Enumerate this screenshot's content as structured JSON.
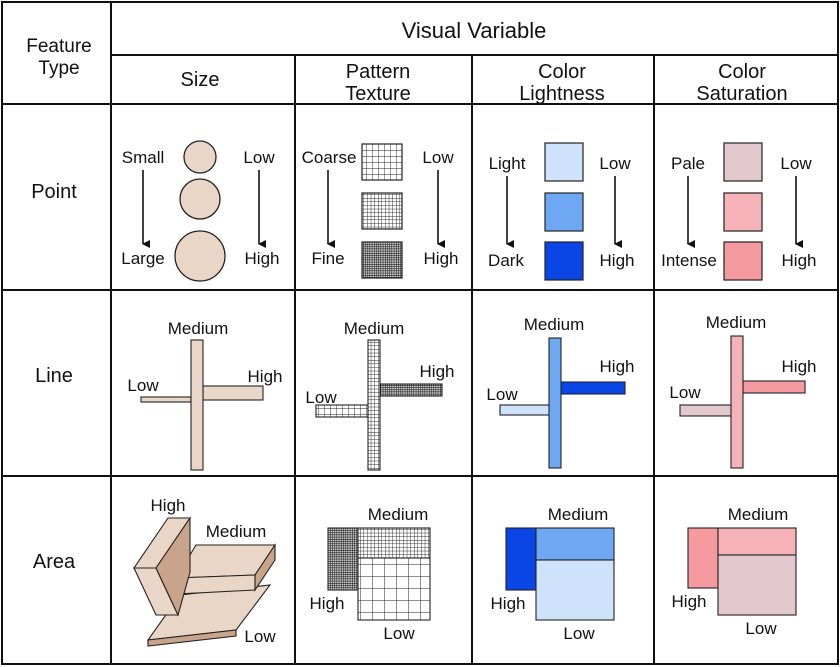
{
  "header": {
    "feature_type_line1": "Feature",
    "feature_type_line2": "Type",
    "visual_variable": "Visual Variable",
    "columns": [
      {
        "line1": "Size",
        "line2": ""
      },
      {
        "line1": "Pattern",
        "line2": "Texture"
      },
      {
        "line1": "Color",
        "line2": "Lightness"
      },
      {
        "line1": "Color",
        "line2": "Saturation"
      }
    ]
  },
  "rows": [
    "Point",
    "Line",
    "Area"
  ],
  "point": {
    "size": {
      "top_left": "Small",
      "bottom_left": "Large",
      "top_right": "Low",
      "bottom_right": "High"
    },
    "texture": {
      "top_left": "Coarse",
      "bottom_left": "Fine",
      "top_right": "Low",
      "bottom_right": "High"
    },
    "lightness": {
      "top_left": "Light",
      "bottom_left": "Dark",
      "top_right": "Low",
      "bottom_right": "High"
    },
    "saturation": {
      "top_left": "Pale",
      "bottom_left": "Intense",
      "top_right": "Low",
      "bottom_right": "High"
    }
  },
  "line": {
    "size": {
      "medium": "Medium",
      "low": "Low",
      "high": "High"
    },
    "texture": {
      "medium": "Medium",
      "low": "Low",
      "high": "High"
    },
    "lightness": {
      "medium": "Medium",
      "low": "Low",
      "high": "High"
    },
    "saturation": {
      "medium": "Medium",
      "low": "Low",
      "high": "High"
    }
  },
  "area": {
    "size": {
      "high": "High",
      "medium": "Medium",
      "low": "Low"
    },
    "texture": {
      "medium": "Medium",
      "high": "High",
      "low": "Low"
    },
    "lightness": {
      "medium": "Medium",
      "high": "High",
      "low": "Low"
    },
    "saturation": {
      "medium": "Medium",
      "high": "High",
      "low": "Low"
    }
  },
  "colors": {
    "size_fill": "#ead6c6",
    "size_fill_dark": "#c9a48a",
    "blue_light": "#cfe2fb",
    "blue_mid": "#6fa8f2",
    "blue_dark": "#0a46e6",
    "pink_pale": "#e3c9cd",
    "pink_mid": "#f5b3b8",
    "pink_intense": "#f59a9f"
  }
}
